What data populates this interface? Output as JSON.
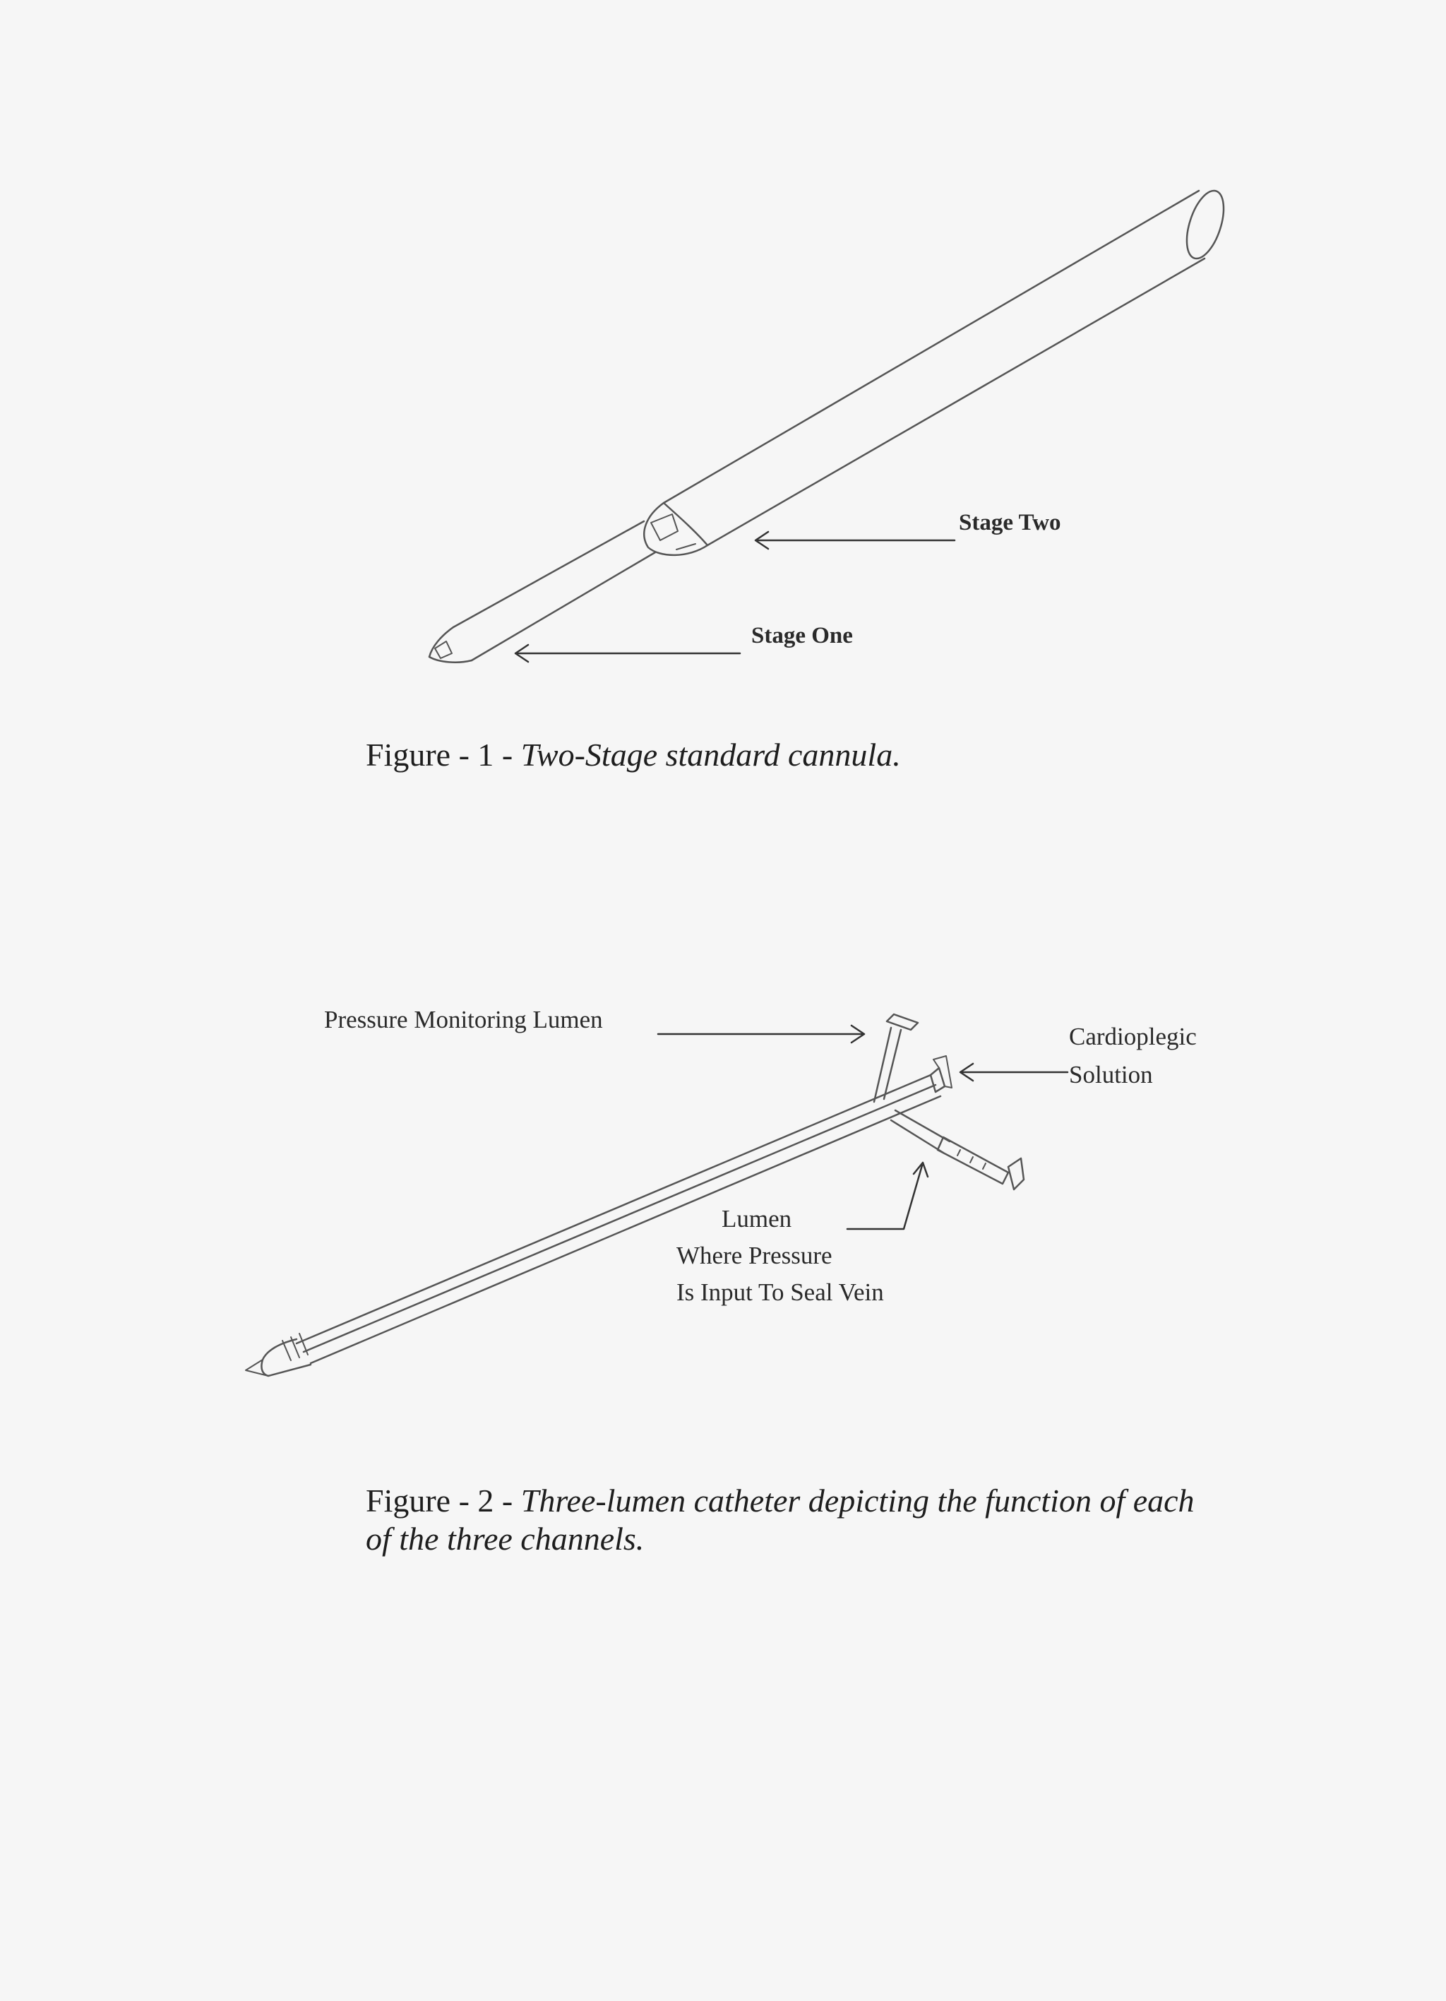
{
  "figure1": {
    "label_stage_two": "Stage Two",
    "label_stage_one": "Stage One",
    "caption_prefix": "Figure - 1 - ",
    "caption_text": "Two-Stage standard cannula."
  },
  "figure2": {
    "label_pressure_monitoring": "Pressure Monitoring Lumen",
    "label_cardioplegic_line1": "Cardioplegic",
    "label_cardioplegic_line2": "Solution",
    "label_lumen_line1": "Lumen",
    "label_lumen_line2": "Where Pressure",
    "label_lumen_line3": "Is Input To Seal Vein",
    "caption_prefix": "Figure - 2 - ",
    "caption_text_line1": "Three-lumen catheter depicting the function of each",
    "caption_text_line2": "of the three channels."
  }
}
